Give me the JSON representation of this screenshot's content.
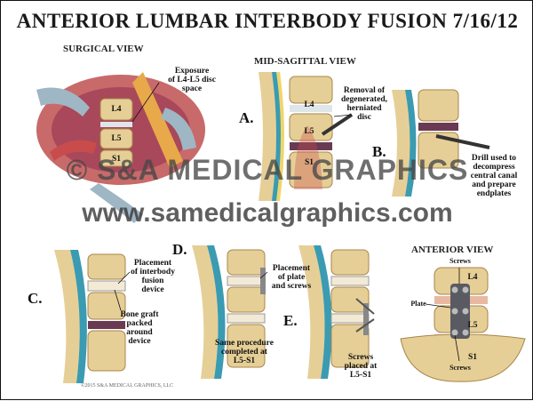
{
  "title": "ANTERIOR LUMBAR INTERBODY FUSION 7/16/12",
  "sections": {
    "surgical_view": "SURGICAL VIEW",
    "mid_sagittal_view": "MID-SAGITTAL VIEW",
    "anterior_view": "ANTERIOR VIEW"
  },
  "panels": [
    "A.",
    "B.",
    "C.",
    "D.",
    "E."
  ],
  "labels": {
    "exposure": [
      "Exposure",
      "of L4-L5 disc",
      "space"
    ],
    "removal": [
      "Removal of",
      "degenerated,",
      "herniated",
      "disc"
    ],
    "drill": [
      "Drill used to",
      "decompress",
      "central canal",
      "and prepare",
      "endplates"
    ],
    "placement_device": [
      "Placement",
      "of interbody",
      "fusion",
      "device"
    ],
    "bone_graft": [
      "Bone graft",
      "packed",
      "around",
      "device"
    ],
    "placement_plate": [
      "Placement",
      "of plate",
      "and screws"
    ],
    "same_procedure": [
      "Same procedure",
      "completed at",
      "L5-S1"
    ],
    "screws_placed": [
      "Screws",
      "placed at",
      "L5-S1"
    ],
    "screws_top": "Screws",
    "plate": "Plate",
    "screws_bottom": "Screws"
  },
  "vertebra_labels": {
    "l4": "L4",
    "l5": "L5",
    "s1": "S1"
  },
  "watermarks": {
    "line1": "© S&A MEDICAL GRAPHICS",
    "line2": "www.samedicalgraphics.com"
  },
  "copyright": "©2015 S&A MEDICAL GRAPHICS, LLC",
  "colors": {
    "bone": "#e6cf96",
    "bone_dark": "#c9a45e",
    "disc": "#dfe6ea",
    "muscle": "#c94c4c",
    "fat": "#e8a94a",
    "nerve": "#f0d56a",
    "canal": "#3a9bb2",
    "retractor": "#9fb6c4",
    "tissue_dark": "#6a3a52"
  }
}
